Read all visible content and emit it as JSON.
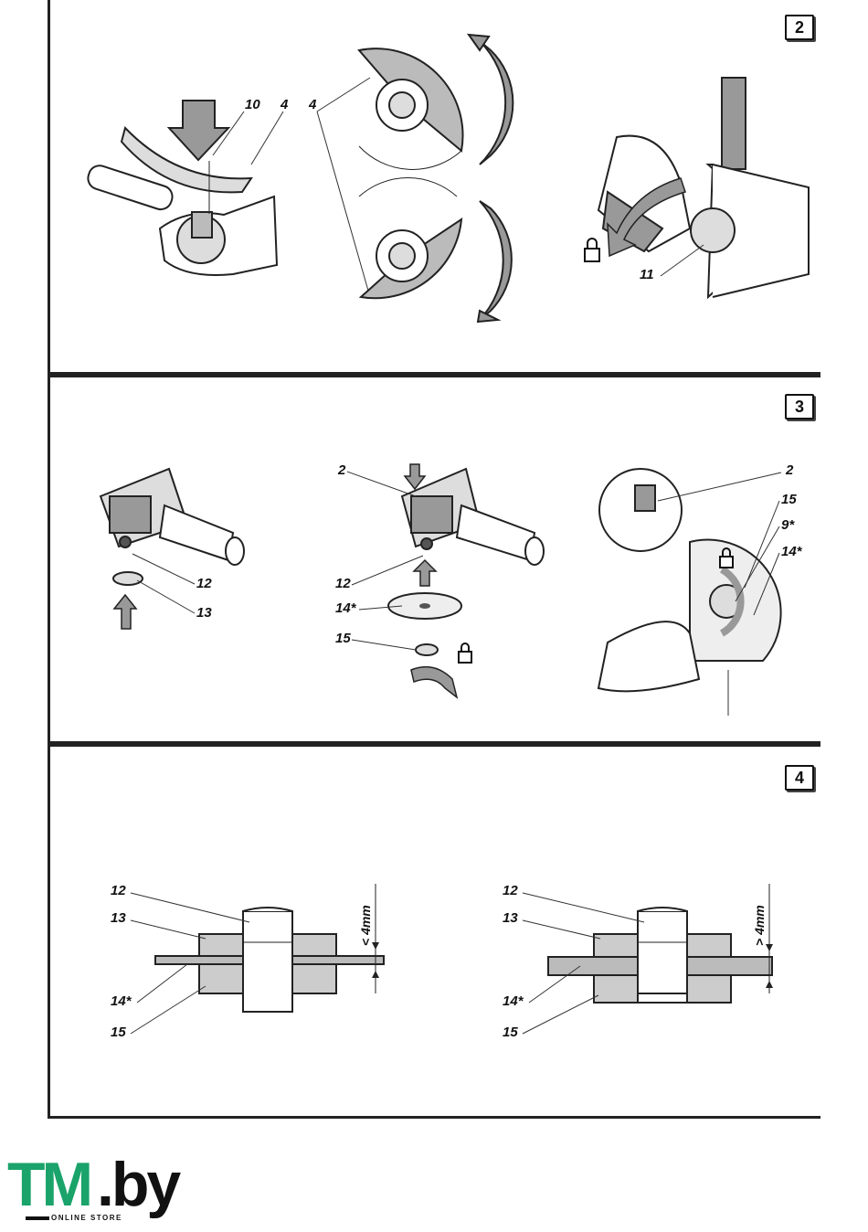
{
  "figures": {
    "fig2": {
      "number": "2",
      "labels": {
        "l10": "10",
        "l4a": "4",
        "l4b": "4",
        "l11": "11"
      }
    },
    "fig3": {
      "number": "3",
      "left": {
        "l12": "12",
        "l13": "13"
      },
      "middle": {
        "l2": "2",
        "l12": "12",
        "l14": "14*",
        "l15": "15"
      },
      "right": {
        "l2": "2",
        "l15": "15",
        "l9": "9*",
        "l14": "14*"
      }
    },
    "fig4": {
      "number": "4",
      "left": {
        "l12": "12",
        "l13": "13",
        "l14": "14*",
        "l15": "15",
        "dim": "< 4mm"
      },
      "right": {
        "l12": "12",
        "l13": "13",
        "l14": "14*",
        "l15": "15",
        "dim": "> 4mm"
      }
    }
  },
  "logo": {
    "brand_a": "TM",
    "brand_b": ".by",
    "tagline": "ONLINE STORE",
    "color_green": "#1aa36a"
  }
}
